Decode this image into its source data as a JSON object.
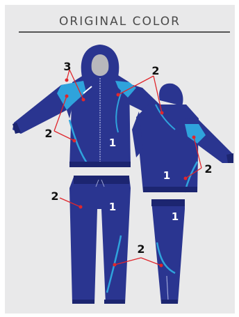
{
  "title": "ORIGINAL COLOR",
  "colors": {
    "base": "#2a3590",
    "base_dark": "#1c2570",
    "accent": "#2fa3dc",
    "callout": "#e0262c",
    "panel": "#e9e9ea"
  },
  "labels": {
    "hood_zip_accent": "3",
    "jacket_front_accent": "2",
    "jacket_front_sleeve_accent": "2",
    "jacket_front_body": "1",
    "jacket_back_accent": "2",
    "jacket_back_body": "1",
    "pants_front_accent": "2",
    "pants_front_body": "1",
    "pants_side_body": "1",
    "pants_leg_accent": "2"
  }
}
